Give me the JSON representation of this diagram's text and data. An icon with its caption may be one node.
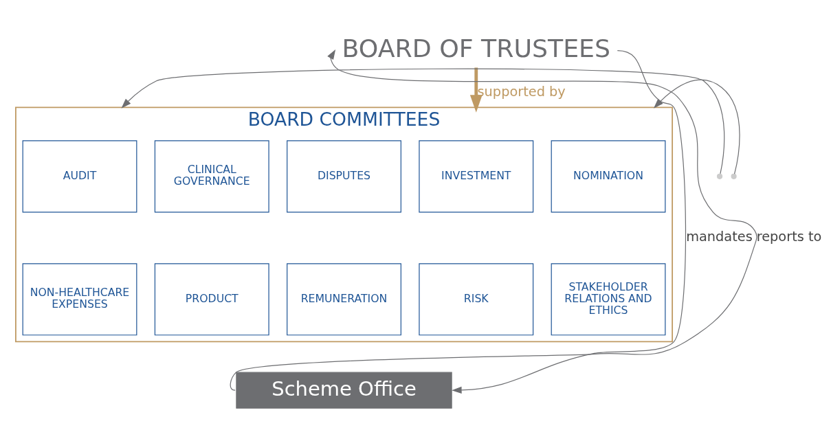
{
  "diagram": {
    "nodes": [
      {
        "text": [
          "BOARD OF TRUSTEES"
        ]
      },
      {
        "text": [
          "BOARD COMMITTEES"
        ]
      },
      {
        "text": [
          "AUDIT"
        ],
        "in": 1
      },
      {
        "text": [
          "CLINICAL GOVERNANCE"
        ],
        "in": 1
      },
      {
        "text": [
          "DISPUTES"
        ],
        "in": 1
      },
      {
        "text": [
          "INVESTMENT"
        ],
        "in": 1
      },
      {
        "text": [
          "NOMINATION"
        ],
        "in": 1
      },
      {
        "text": [
          "NON-HEALTHCARE EXPENSES"
        ],
        "in": 1
      },
      {
        "text": [
          "PRODUCT"
        ],
        "in": 1
      },
      {
        "text": [
          "REMUNERATION"
        ],
        "in": 1
      },
      {
        "text": [
          "RISK"
        ],
        "in": 1
      },
      {
        "text": [
          "STAKEHOLDER RELATIONS AND ETHICS"
        ],
        "in": 1
      },
      {
        "text": [
          "Scheme Office"
        ]
      }
    ],
    "edges": [
      {
        "from": 0,
        "to": 1,
        "arrow": "to",
        "label": "supported by",
        "style": "thick",
        "color": "#bf9a63"
      },
      {
        "from": 0,
        "to": 12,
        "arrow": "to",
        "label": "mandates"
      },
      {
        "from": 12,
        "to": 0,
        "arrow": "to",
        "label": "reports to"
      },
      {
        "from": null,
        "to": 1,
        "arrow": "to"
      },
      {
        "from": null,
        "to": 1,
        "arrow": "to"
      }
    ]
  }
}
